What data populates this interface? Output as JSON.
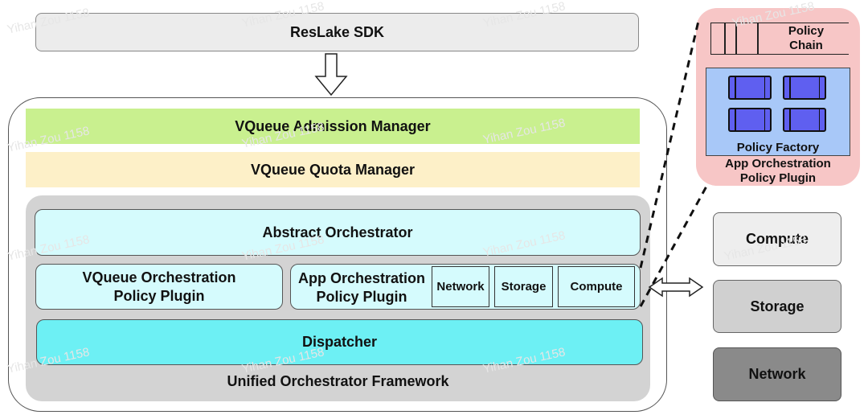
{
  "sdk": {
    "label": "ResLake SDK"
  },
  "admission": {
    "label": "VQueue Admission Manager"
  },
  "quota": {
    "label": "VQueue Quota Manager"
  },
  "abstract": {
    "label": "Abstract Orchestrator"
  },
  "vqueue_plugin": {
    "line1": "VQueue Orchestration",
    "line2": "Policy Plugin"
  },
  "app_plugin": {
    "line1": "App Orchestration",
    "line2": "Policy Plugin"
  },
  "plugin_items": [
    "Network",
    "Storage",
    "Compute"
  ],
  "dispatcher": {
    "label": "Dispatcher"
  },
  "framework": {
    "label": "Unified Orchestrator Framework"
  },
  "detail": {
    "chain_line1": "Policy",
    "chain_line2": "Chain",
    "factory": "Policy Factory",
    "plugin_line1": "App Orchestration",
    "plugin_line2": "Policy Plugin"
  },
  "resources": [
    "Compute",
    "Storage",
    "Network"
  ],
  "watermark": "Yihan Zou 1158",
  "colors": {
    "admission": "#c9f08f",
    "quota": "#fdf0c8",
    "abstract": "#d5fbfd",
    "dispatcher": "#6df0f4",
    "framework": "#d3d3d3",
    "detail_bg": "#f7c6c6",
    "factory_bg": "#a8c8f8",
    "chip": "#5f5ff0"
  }
}
